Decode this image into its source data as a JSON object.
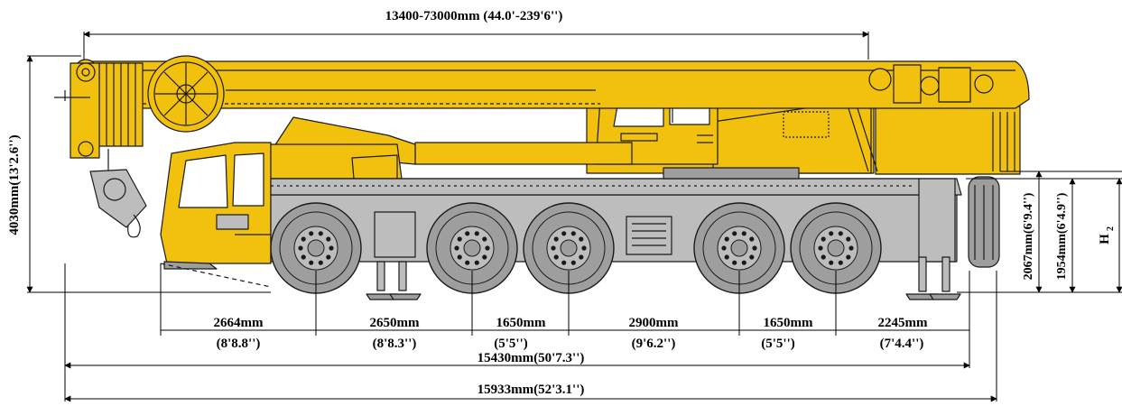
{
  "dimensions": {
    "boom_length": "13400-73000mm (44.0'-239'6'')",
    "overall_height": "4030mm(13'2.6'')",
    "axle_spacings": [
      {
        "metric": "2664mm",
        "imperial": "(8'8.8'')"
      },
      {
        "metric": "2650mm",
        "imperial": "(8'8.3'')"
      },
      {
        "metric": "1650mm",
        "imperial": "(5'5'')"
      },
      {
        "metric": "2900mm",
        "imperial": "(9'6.2'')"
      },
      {
        "metric": "1650mm",
        "imperial": "(5'5'')"
      },
      {
        "metric": "2245mm",
        "imperial": "(7'4.4'')"
      }
    ],
    "carrier_length": "15430mm(50'7.3'')",
    "overall_length": "15933mm(52'3.1'')",
    "height_2067": "2067mm(6'9.4'')",
    "height_1954": "1954mm(6'4.9'')",
    "h2_label": "H",
    "h2_sub": "2"
  },
  "colors": {
    "boom_yellow": "#F2C10E",
    "chassis_gray": "#BDBDBD",
    "tire_gray": "#9E9E9E",
    "line": "#1a1a1a"
  }
}
